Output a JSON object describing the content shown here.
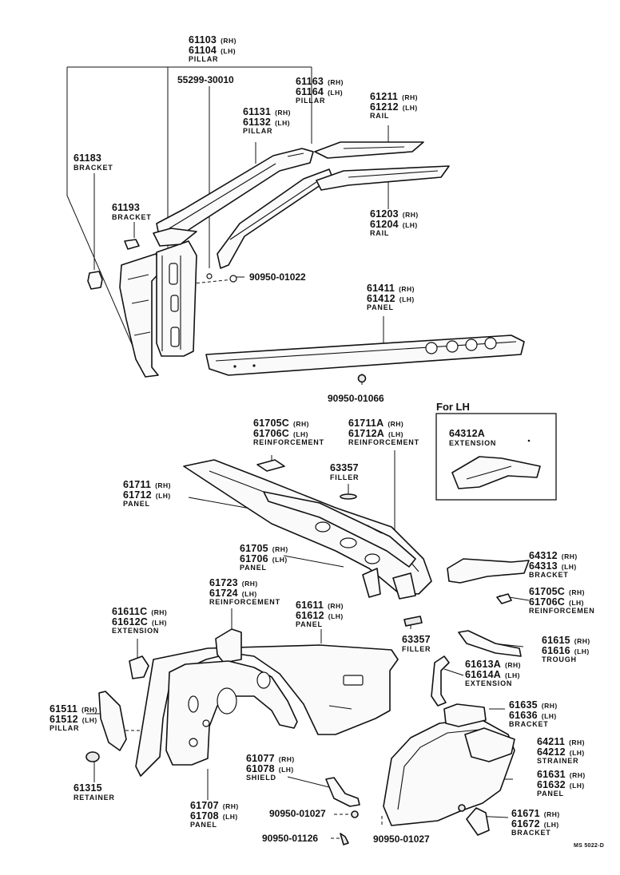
{
  "parts": [
    {
      "key": "p61103",
      "lines": [
        {
          "no": "61103",
          "side": "(RH)"
        },
        {
          "no": "61104",
          "side": "(LH)"
        }
      ],
      "name": "PILLAR"
    },
    {
      "key": "p55299",
      "single": "55299-30010"
    },
    {
      "key": "p61163",
      "lines": [
        {
          "no": "61163",
          "side": "(RH)"
        },
        {
          "no": "61164",
          "side": "(LH)"
        }
      ],
      "name": "PILLAR"
    },
    {
      "key": "p61211",
      "lines": [
        {
          "no": "61211",
          "side": "(RH)"
        },
        {
          "no": "61212",
          "side": "(LH)"
        }
      ],
      "name": "RAIL"
    },
    {
      "key": "p61131",
      "lines": [
        {
          "no": "61131",
          "side": "(RH)"
        },
        {
          "no": "61132",
          "side": "(LH)"
        }
      ],
      "name": "PILLAR"
    },
    {
      "key": "p61183",
      "lines": [
        {
          "no": "61183",
          "side": ""
        }
      ],
      "name": "BRACKET"
    },
    {
      "key": "p61193",
      "lines": [
        {
          "no": "61193",
          "side": ""
        }
      ],
      "name": "BRACKET"
    },
    {
      "key": "p61203",
      "lines": [
        {
          "no": "61203",
          "side": "(RH)"
        },
        {
          "no": "61204",
          "side": "(LH)"
        }
      ],
      "name": "RAIL"
    },
    {
      "key": "p90950_01022",
      "single": "90950-01022"
    },
    {
      "key": "p61411",
      "lines": [
        {
          "no": "61411",
          "side": "(RH)"
        },
        {
          "no": "61412",
          "side": "(LH)"
        }
      ],
      "name": "PANEL"
    },
    {
      "key": "p90950_01066",
      "single": "90950-01066"
    },
    {
      "key": "p61705C",
      "lines": [
        {
          "no": "61705C",
          "side": "(RH)"
        },
        {
          "no": "61706C",
          "side": "(LH)"
        }
      ],
      "name": "REINFORCEMENT"
    },
    {
      "key": "p61711A",
      "lines": [
        {
          "no": "61711A",
          "side": "(RH)"
        },
        {
          "no": "61712A",
          "side": "(LH)"
        }
      ],
      "name": "REINFORCEMENT"
    },
    {
      "key": "p63357a",
      "lines": [
        {
          "no": "63357",
          "side": ""
        }
      ],
      "name": "FILLER"
    },
    {
      "key": "p61711",
      "lines": [
        {
          "no": "61711",
          "side": "(RH)"
        },
        {
          "no": "61712",
          "side": "(LH)"
        }
      ],
      "name": "PANEL"
    },
    {
      "key": "p64312A",
      "lines": [
        {
          "no": "64312A",
          "side": ""
        }
      ],
      "name": "EXTENSION"
    },
    {
      "key": "p61705",
      "lines": [
        {
          "no": "61705",
          "side": "(RH)"
        },
        {
          "no": "61706",
          "side": "(LH)"
        }
      ],
      "name": "PANEL"
    },
    {
      "key": "p64312",
      "lines": [
        {
          "no": "64312",
          "side": "(RH)"
        },
        {
          "no": "64313",
          "side": "(LH)"
        }
      ],
      "name": "BRACKET"
    },
    {
      "key": "p61705C2",
      "lines": [
        {
          "no": "61705C",
          "side": "(RH)"
        },
        {
          "no": "61706C",
          "side": "(LH)"
        }
      ],
      "name": "REINFORCEMEN"
    },
    {
      "key": "p61723",
      "lines": [
        {
          "no": "61723",
          "side": "(RH)"
        },
        {
          "no": "61724",
          "side": "(LH)"
        }
      ],
      "name": "REINFORCEMENT"
    },
    {
      "key": "p61611",
      "lines": [
        {
          "no": "61611",
          "side": "(RH)"
        },
        {
          "no": "61612",
          "side": "(LH)"
        }
      ],
      "name": "PANEL"
    },
    {
      "key": "p61611C",
      "lines": [
        {
          "no": "61611C",
          "side": "(RH)"
        },
        {
          "no": "61612C",
          "side": "(LH)"
        }
      ],
      "name": "EXTENSION"
    },
    {
      "key": "p63357b",
      "lines": [
        {
          "no": "63357",
          "side": ""
        }
      ],
      "name": "FILLER"
    },
    {
      "key": "p61615",
      "lines": [
        {
          "no": "61615",
          "side": "(RH)"
        },
        {
          "no": "61616",
          "side": "(LH)"
        }
      ],
      "name": "TROUGH"
    },
    {
      "key": "p61613A",
      "lines": [
        {
          "no": "61613A",
          "side": "(RH)"
        },
        {
          "no": "61614A",
          "side": "(LH)"
        }
      ],
      "name": "EXTENSION"
    },
    {
      "key": "p61511",
      "lines": [
        {
          "no": "61511",
          "side": "(RH)"
        },
        {
          "no": "61512",
          "side": "(LH)"
        }
      ],
      "name": "PILLAR"
    },
    {
      "key": "p61635",
      "lines": [
        {
          "no": "61635",
          "side": "(RH)"
        },
        {
          "no": "61636",
          "side": "(LH)"
        }
      ],
      "name": "BRACKET"
    },
    {
      "key": "p64211",
      "lines": [
        {
          "no": "64211",
          "side": "(RH)"
        },
        {
          "no": "64212",
          "side": "(LH)"
        }
      ],
      "name": "STRAINER"
    },
    {
      "key": "p61077",
      "lines": [
        {
          "no": "61077",
          "side": "(RH)"
        },
        {
          "no": "61078",
          "side": "(LH)"
        }
      ],
      "name": "SHIELD"
    },
    {
      "key": "p61631",
      "lines": [
        {
          "no": "61631",
          "side": "(RH)"
        },
        {
          "no": "61632",
          "side": "(LH)"
        }
      ],
      "name": "PANEL"
    },
    {
      "key": "p61315",
      "lines": [
        {
          "no": "61315",
          "side": ""
        }
      ],
      "name": "RETAINER"
    },
    {
      "key": "p61707",
      "lines": [
        {
          "no": "61707",
          "side": "(RH)"
        },
        {
          "no": "61708",
          "side": "(LH)"
        }
      ],
      "name": "PANEL"
    },
    {
      "key": "p90950_01027a",
      "single": "90950-01027"
    },
    {
      "key": "p61671",
      "lines": [
        {
          "no": "61671",
          "side": "(RH)"
        },
        {
          "no": "61672",
          "side": "(LH)"
        }
      ],
      "name": "BRACKET"
    },
    {
      "key": "p90950_01126",
      "single": "90950-01126"
    },
    {
      "key": "p90950_01027b",
      "single": "90950-01027"
    }
  ],
  "inset_title": "For LH",
  "diagram_code": "MS 5022-D"
}
